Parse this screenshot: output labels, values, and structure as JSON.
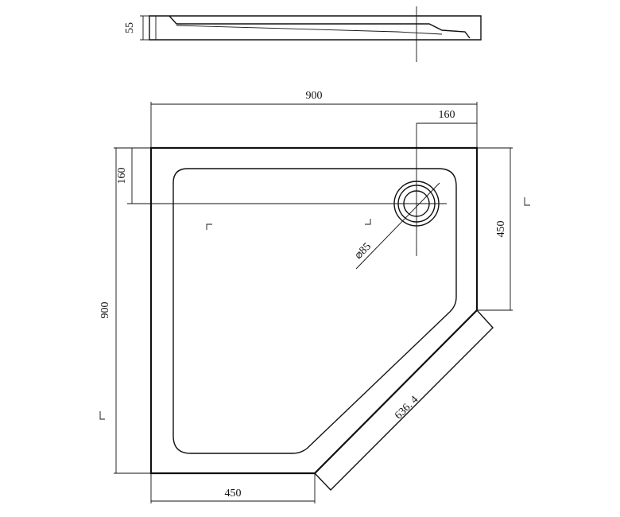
{
  "dimensions": {
    "profile_height": "55",
    "overall_width": "900",
    "waste_offset_x": "160",
    "waste_offset_y": "160",
    "right_side_length": "450",
    "overall_depth": "900",
    "bottom_side_length": "450",
    "diagonal_length": "636. 4",
    "waste_diameter": "⌀85"
  },
  "colors": {
    "ink": "#111111",
    "background": "#ffffff"
  }
}
